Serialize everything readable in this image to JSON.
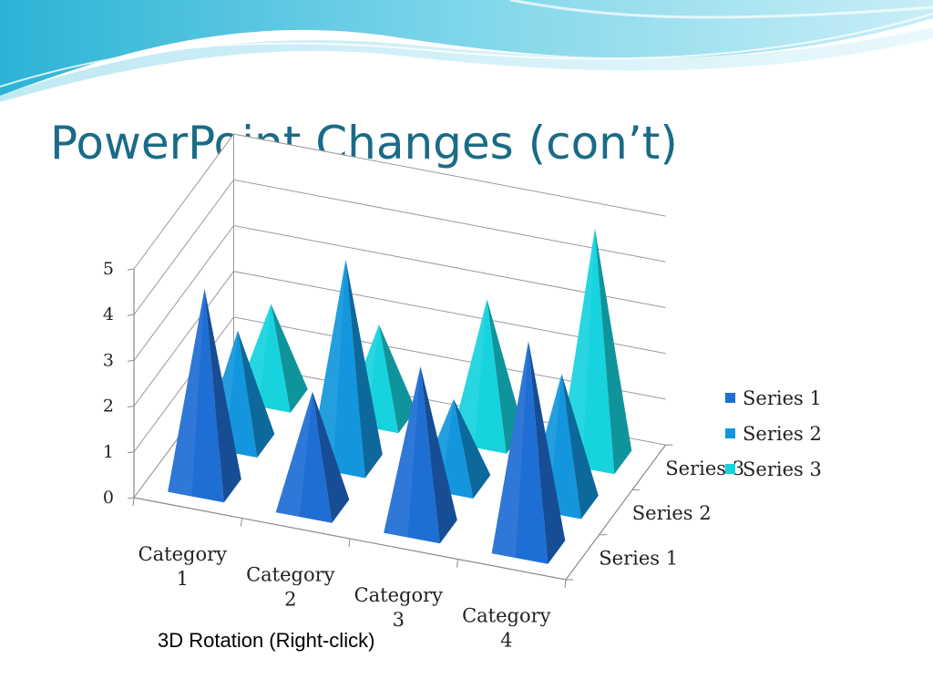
{
  "slide": {
    "title": "PowerPoint Changes (con’t)",
    "caption": "3D Rotation (Right-click)"
  },
  "colors": {
    "title": "#1a6b87",
    "series1": "#1f6ed4",
    "series2": "#1396dd",
    "series3": "#17d3de",
    "header_wave": "#5cc8e0"
  },
  "chart_data": {
    "type": "bar",
    "shape": "3d-pyramid",
    "title": "",
    "categories": [
      "Category 1",
      "Category 2",
      "Category 3",
      "Category 4"
    ],
    "category_labels": [
      [
        "Category",
        "1"
      ],
      [
        "Category",
        "2"
      ],
      [
        "Category",
        "3"
      ],
      [
        "Category",
        "4"
      ]
    ],
    "depth_labels": [
      "Series 1",
      "Series 2",
      "Series 3"
    ],
    "series": [
      {
        "name": "Series 1",
        "values": [
          4.3,
          2.5,
          3.5,
          4.5
        ]
      },
      {
        "name": "Series 2",
        "values": [
          2.4,
          4.4,
          1.8,
          2.8
        ]
      },
      {
        "name": "Series 3",
        "values": [
          2.0,
          2.0,
          3.0,
          5.0
        ]
      }
    ],
    "ylim": [
      0,
      5
    ],
    "yticks": [
      "0",
      "1",
      "2",
      "3",
      "4",
      "5"
    ],
    "grid": true,
    "legend": {
      "position": "right",
      "entries": [
        "Series 1",
        "Series 2",
        "Series 3"
      ]
    }
  }
}
